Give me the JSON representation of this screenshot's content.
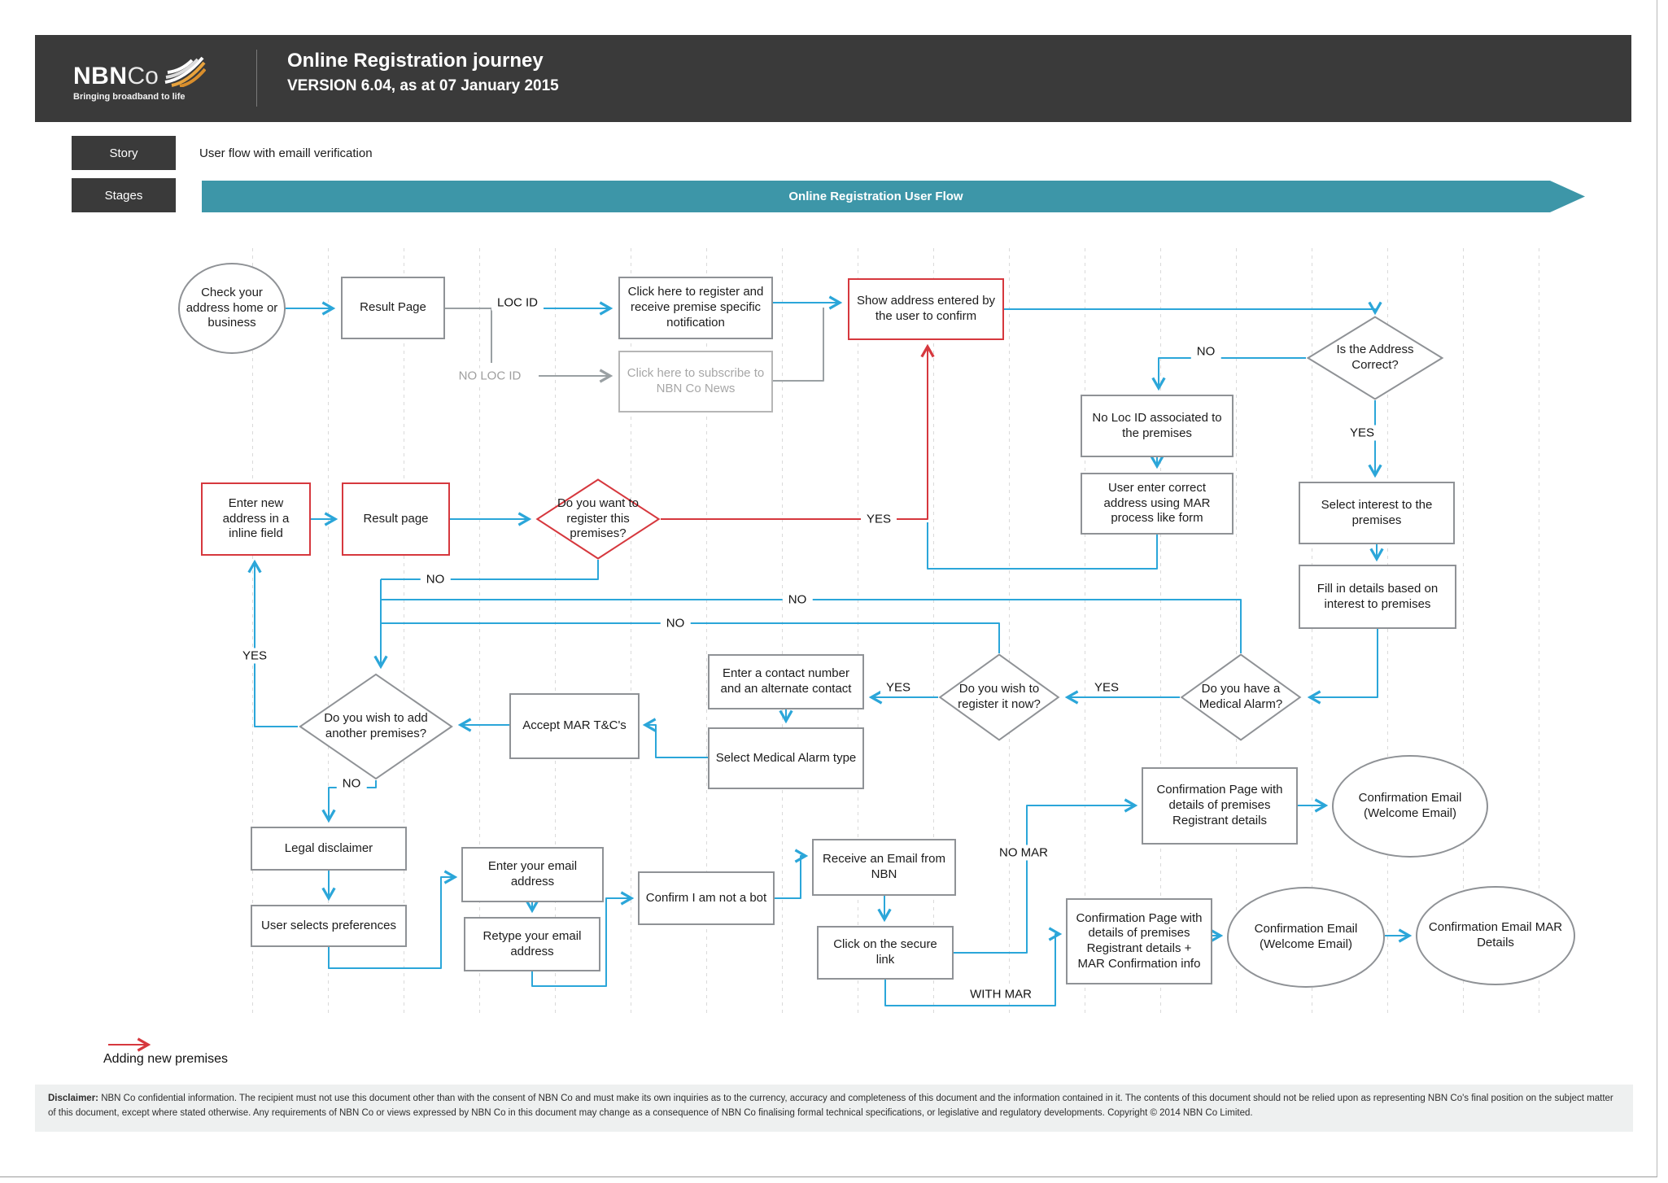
{
  "header": {
    "logo_text_main": "NBN",
    "logo_text_sub": "Co",
    "logo_tagline": "Bringing broadband to life",
    "title": "Online Registration journey",
    "version": "VERSION 6.04, as at 07 January 2015"
  },
  "toolbar": {
    "story_label": "Story",
    "stages_label": "Stages",
    "story_caption": "User flow with emaill verification",
    "banner_title": "Online Registration User Flow"
  },
  "nodes": {
    "check_address": "Check your address home or business",
    "result_page_1": "Result Page",
    "register_notification": "Click here to register and receive premise specific notification",
    "subscribe_news": "Click here to subscribe to NBN Co News",
    "show_address": "Show address entered by the user to confirm",
    "is_address_correct": "Is the Address Correct?",
    "no_loc_id_premises": "No Loc ID associated to the premises",
    "user_enter_correct": "User enter correct address using MAR process like form",
    "select_interest": "Select interest to the premises",
    "fill_details": "Fill in details based on interest to premises",
    "enter_new_address": "Enter new address in a inline field",
    "result_page_2": "Result page",
    "register_premises_q": "Do you want to register this premises?",
    "add_another_q": "Do you wish to add another premises?",
    "accept_mar": "Accept MAR T&C's",
    "enter_contact": "Enter a contact number and an alternate contact",
    "select_alarm_type": "Select Medical Alarm type",
    "register_now_q": "Do you wish to register it now?",
    "medical_alarm_q": "Do you have a Medical Alarm?",
    "legal_disclaimer": "Legal disclaimer",
    "user_selects_preferences": "User selects preferences",
    "enter_email": "Enter your email address",
    "retype_email": "Retype your email address",
    "confirm_bot": "Confirm I am not a bot",
    "receive_email": "Receive an Email from NBN",
    "click_secure_link": "Click on the secure link",
    "conf_page_no_mar": "Confirmation Page with details of premises Registrant details",
    "conf_email_welcome_1": "Confirmation Email (Welcome Email)",
    "conf_page_mar": "Confirmation Page with details of premises Registrant details + MAR Confirmation info",
    "conf_email_welcome_2": "Confirmation Email (Welcome Email)",
    "conf_email_mar": "Confirmation Email MAR Details"
  },
  "edge_labels": {
    "loc_id": "LOC ID",
    "no_loc_id": "NO LOC ID",
    "yes": "YES",
    "no": "NO",
    "no_mar": "NO MAR",
    "with_mar": "WITH MAR"
  },
  "legend": {
    "label": "Adding new premises"
  },
  "disclaimer": {
    "prefix": "Disclaimer:",
    "text": " NBN Co confidential information. The recipient must not use this document other than with the consent of NBN Co and must make its own inquiries as to the currency, accuracy and completeness of this document and the information contained in it. The contents of this document should not be relied upon as representing NBN Co's final position on the subject matter of this document, except where stated otherwise. Any requirements of NBN Co or views expressed by NBN Co in this document may change as a consequence of NBN Co finalising formal technical specifications, or legislative and regulatory developments. Copyright © 2014 NBN Co Limited."
  },
  "colors": {
    "header_bg": "#3a3a3a",
    "accent_teal": "#3d96a8",
    "flow_blue": "#2ba6d9",
    "flow_red": "#d6383e",
    "flow_gray": "#9aa0a3"
  }
}
